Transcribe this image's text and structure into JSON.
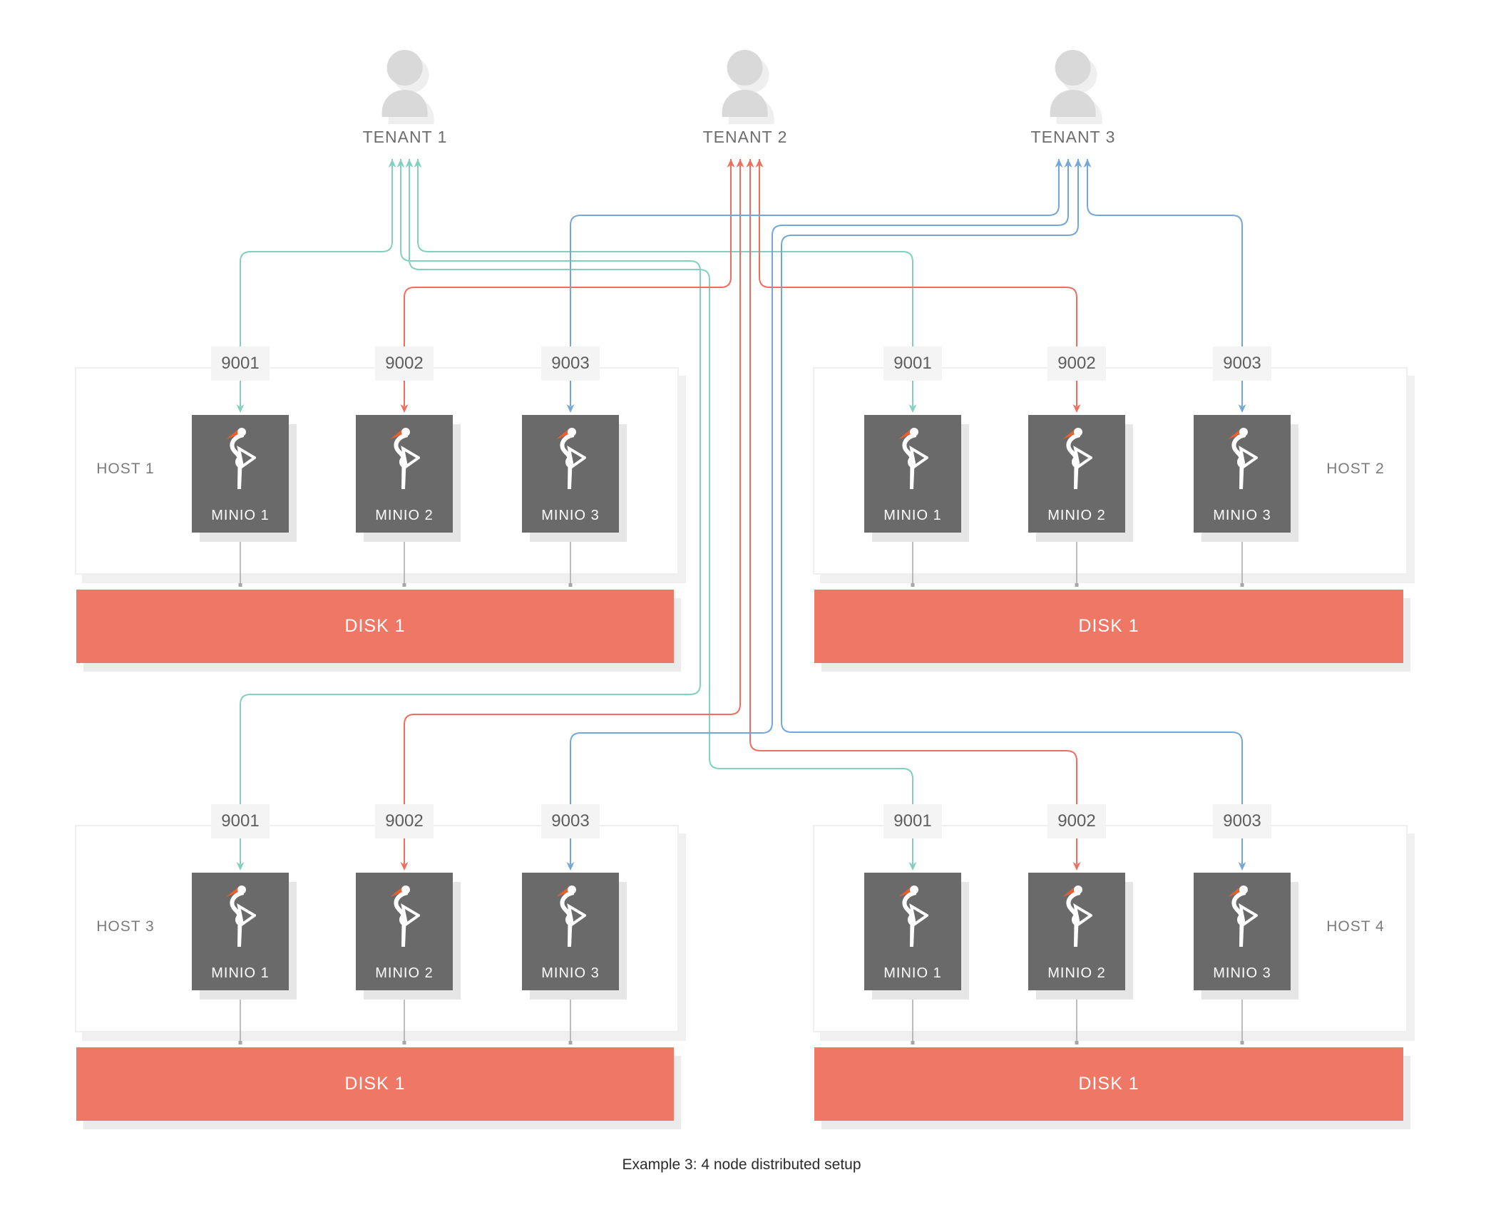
{
  "caption": "Example 3: 4 node distributed setup",
  "tenants": [
    {
      "label": "TENANT 1"
    },
    {
      "label": "TENANT 2"
    },
    {
      "label": "TENANT 3"
    }
  ],
  "hosts": [
    {
      "label": "HOST 1",
      "label_side": "left",
      "ports": [
        "9001",
        "9002",
        "9003"
      ],
      "nodes": [
        "MINIO 1",
        "MINIO 2",
        "MINIO 3"
      ],
      "disk": "DISK 1"
    },
    {
      "label": "HOST 2",
      "label_side": "right",
      "ports": [
        "9001",
        "9002",
        "9003"
      ],
      "nodes": [
        "MINIO 1",
        "MINIO 2",
        "MINIO 3"
      ],
      "disk": "DISK 1"
    },
    {
      "label": "HOST 3",
      "label_side": "left",
      "ports": [
        "9001",
        "9002",
        "9003"
      ],
      "nodes": [
        "MINIO 1",
        "MINIO 2",
        "MINIO 3"
      ],
      "disk": "DISK 1"
    },
    {
      "label": "HOST 4",
      "label_side": "right",
      "ports": [
        "9001",
        "9002",
        "9003"
      ],
      "nodes": [
        "MINIO 1",
        "MINIO 2",
        "MINIO 3"
      ],
      "disk": "DISK 1"
    }
  ],
  "colors": {
    "t1": "#84d0be",
    "t2": "#ee6f5f",
    "t3": "#74a7d8",
    "disk": "#ef7765",
    "node": "#6a6a6a",
    "beak": "#e95f2e",
    "icon": "#d9d9d9"
  }
}
